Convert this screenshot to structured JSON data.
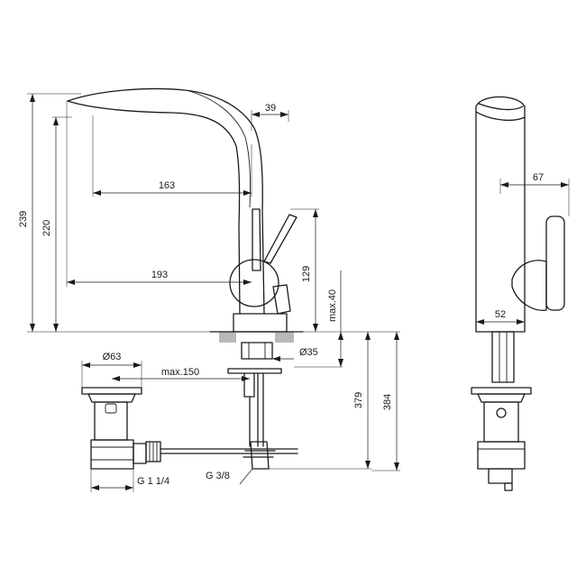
{
  "dimensions": {
    "height_total": "239",
    "height_spout": "220",
    "spout_top_width": "39",
    "reach_inner": "163",
    "reach_outer": "193",
    "lever_height": "129",
    "max_deck": "max.40",
    "hole_diameter": "Ø35",
    "below_379": "379",
    "below_384": "384",
    "waste_diameter": "Ø63",
    "max_150": "max.150",
    "thread_g38": "G 3/8",
    "thread_g114": "G 1 1/4",
    "side_67": "67",
    "side_52": "52"
  }
}
